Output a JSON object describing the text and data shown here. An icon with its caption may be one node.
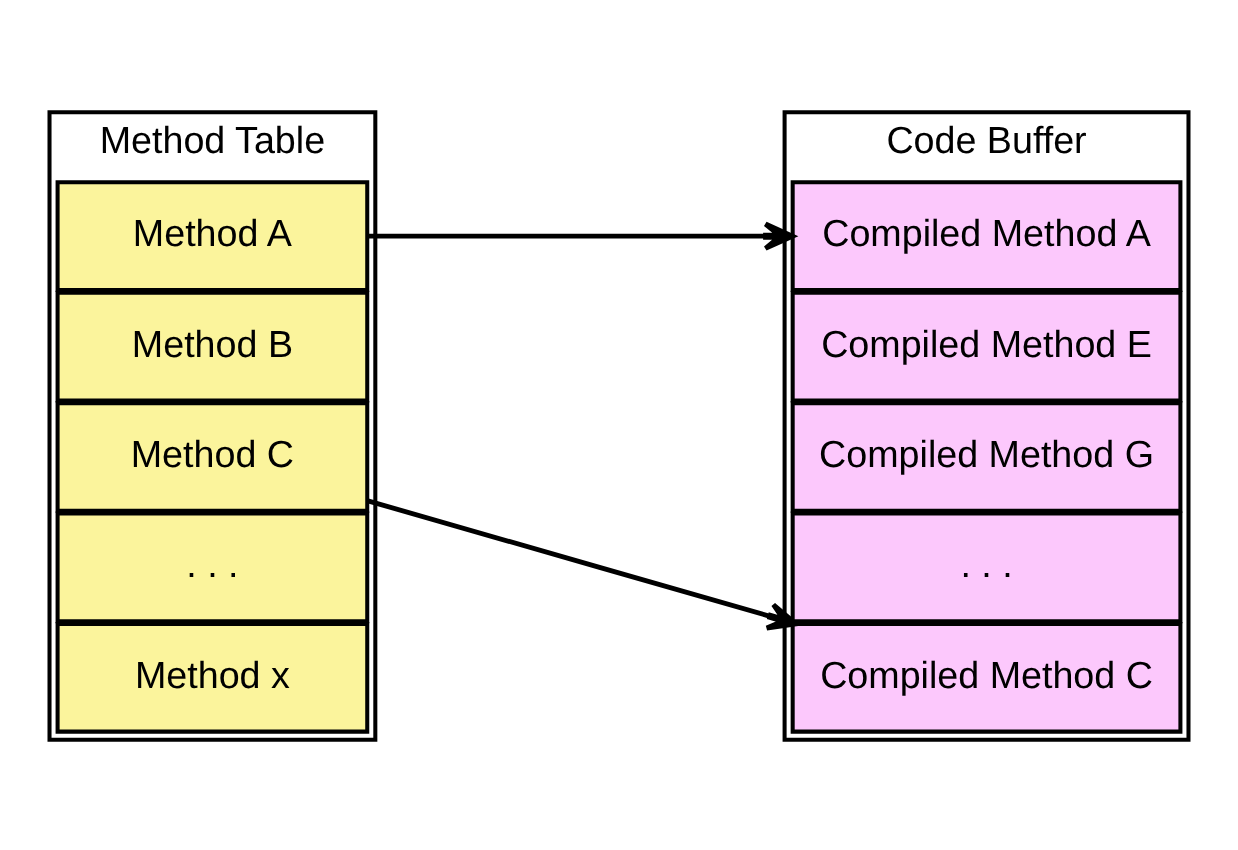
{
  "diagram": {
    "nodes": [
      {
        "text": [
          "Method Table"
        ]
      },
      {
        "text": [
          "Method A"
        ],
        "in": 0
      },
      {
        "text": [
          "Method B"
        ],
        "in": 0
      },
      {
        "text": [
          "Method C"
        ],
        "in": 0
      },
      {
        "text": [
          ". . ."
        ],
        "in": 0
      },
      {
        "text": [
          "Method x"
        ],
        "in": 0
      },
      {
        "text": [
          "Code Buffer"
        ]
      },
      {
        "text": [
          "Compiled Method A"
        ],
        "in": 6
      },
      {
        "text": [
          "Compiled Method E"
        ],
        "in": 6
      },
      {
        "text": [
          "Compiled Method G"
        ],
        "in": 6
      },
      {
        "text": [
          ". . ."
        ],
        "in": 6
      },
      {
        "text": [
          "Compiled Method C"
        ],
        "in": 6
      }
    ],
    "edges": [
      {
        "from": 1,
        "to": 7,
        "arrow": "to"
      },
      {
        "from": 3,
        "to": 11,
        "arrow": "to"
      }
    ]
  }
}
